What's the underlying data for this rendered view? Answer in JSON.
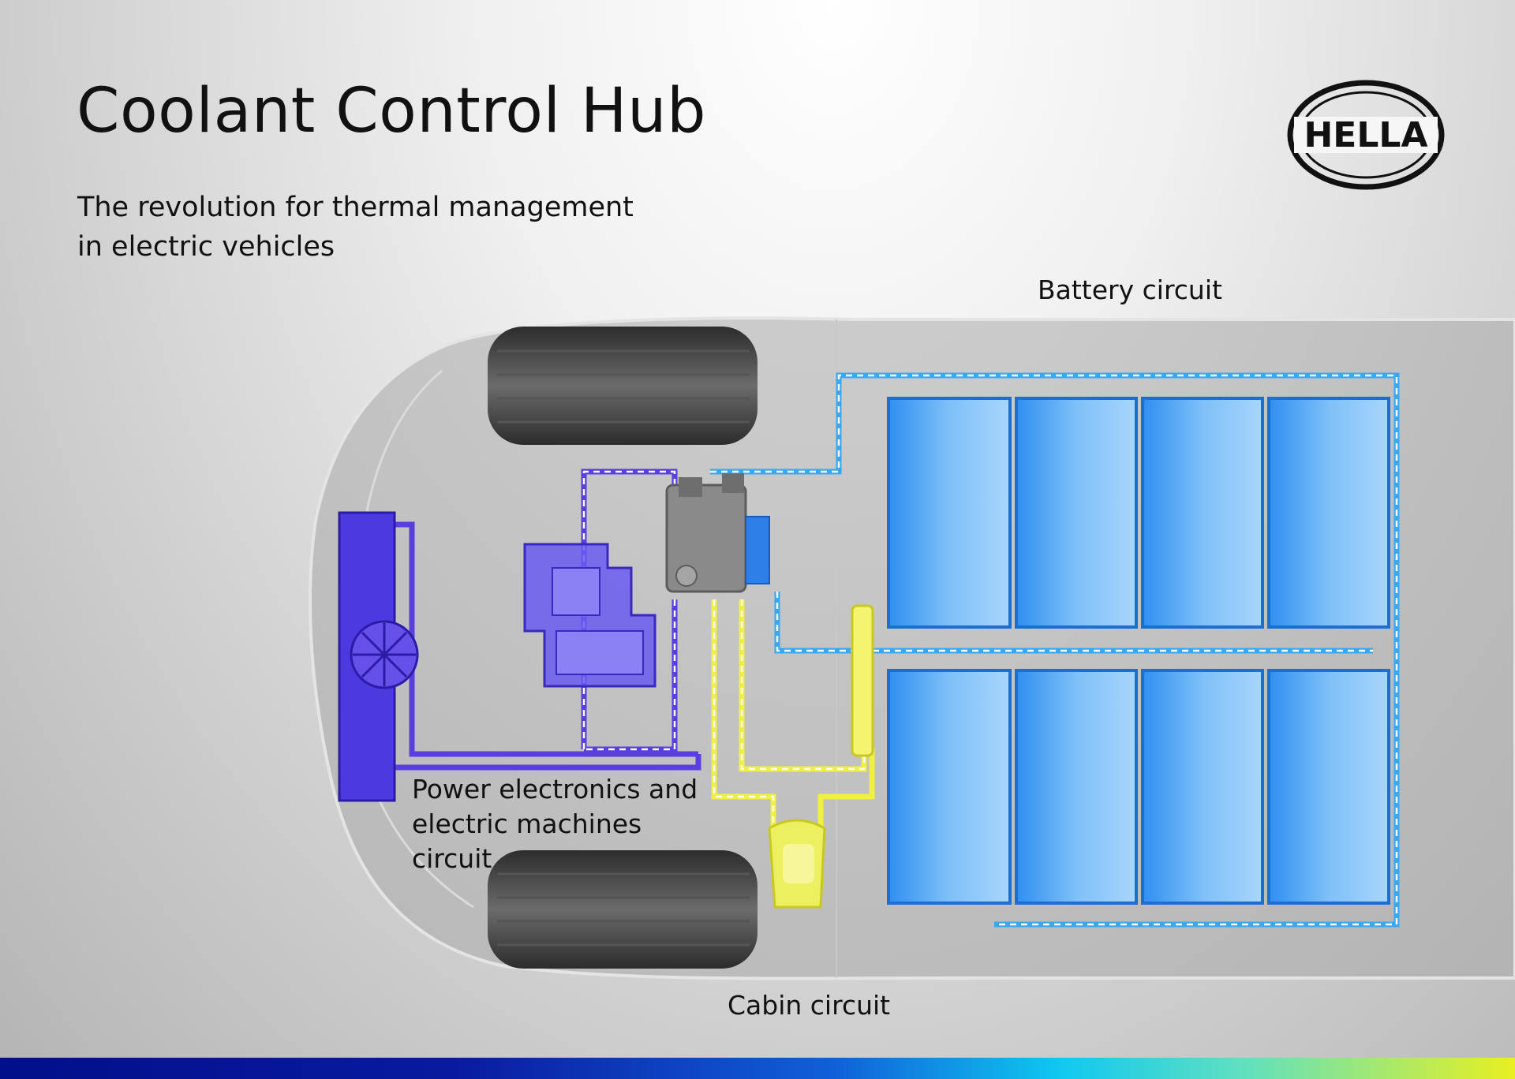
{
  "title": "Coolant Control Hub",
  "subtitle_line1": "The revolution for thermal management",
  "subtitle_line2": "in electric vehicles",
  "logo_text": "HELLA",
  "labels": {
    "battery": "Battery circuit",
    "power_line1": "Power electronics and",
    "power_line2": "electric machines circuit",
    "cabin": "Cabin circuit"
  },
  "colors": {
    "battery_circuit": "#3aa8f0",
    "power_circuit": "#5a3ee0",
    "cabin_circuit": "#f0f040",
    "hub": "#8a8a8a"
  }
}
